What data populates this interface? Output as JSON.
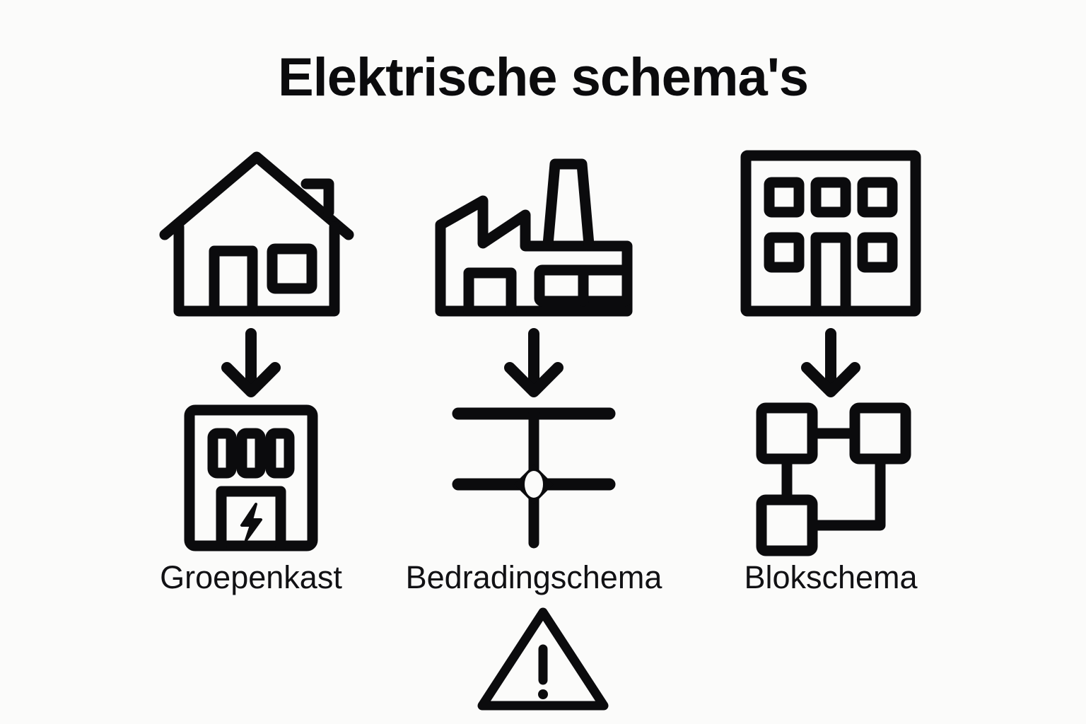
{
  "page": {
    "title": "Elektrische schema's",
    "background_color": "#fbfbfa",
    "ink_color": "#0b0b0d",
    "language": "nl"
  },
  "columns": [
    {
      "source_icon": "house-icon",
      "arrow_icon": "arrow-down-icon",
      "schema_icon": "fuse-box-icon",
      "caption": "Groepenkast"
    },
    {
      "source_icon": "factory-icon",
      "arrow_icon": "arrow-down-icon",
      "schema_icon": "wiring-junction-icon",
      "caption": "Bedradingschema"
    },
    {
      "source_icon": "apartment-building-icon",
      "arrow_icon": "arrow-down-icon",
      "schema_icon": "block-diagram-icon",
      "caption": "Blokschema"
    }
  ],
  "warning": {
    "icon": "warning-triangle-icon"
  }
}
